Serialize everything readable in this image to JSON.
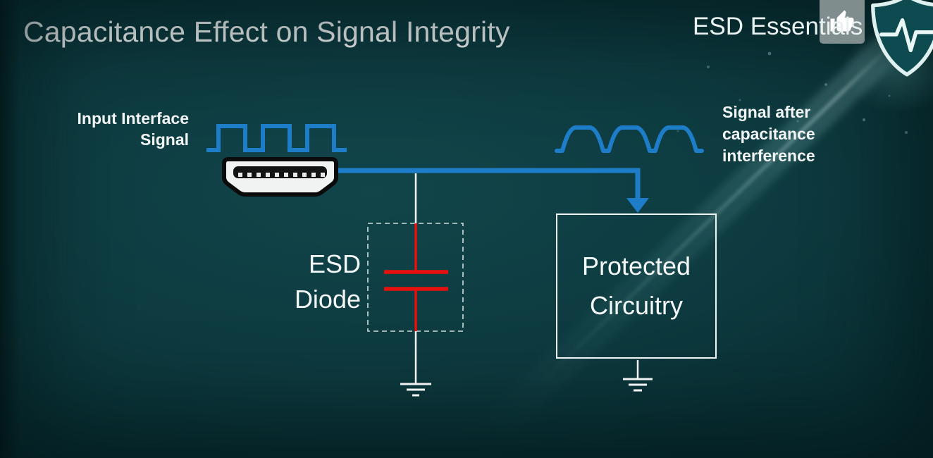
{
  "slide": {
    "title": "Capacitance Effect on Signal Integrity",
    "brand": "ESD Essentials"
  },
  "input_label": {
    "line1": "Input Interface",
    "line2": "Signal"
  },
  "output_label": {
    "line1": "Signal after",
    "line2": "capacitance",
    "line3": "interference"
  },
  "esd_label": {
    "line1": "ESD",
    "line2": "Diode"
  },
  "protected_box": {
    "line1": "Protected",
    "line2": "Circuitry"
  },
  "icons": {
    "thumbs_up": "thumbs-up-icon",
    "shield": "esd-shield-logo-icon",
    "hdmi": "hdmi-connector-icon"
  },
  "colors": {
    "signal_blue": "#1e7dc8",
    "capacitor_red": "#e8100d",
    "wire_white": "#f2f2f2",
    "background_teal": "#0d3a3f"
  }
}
